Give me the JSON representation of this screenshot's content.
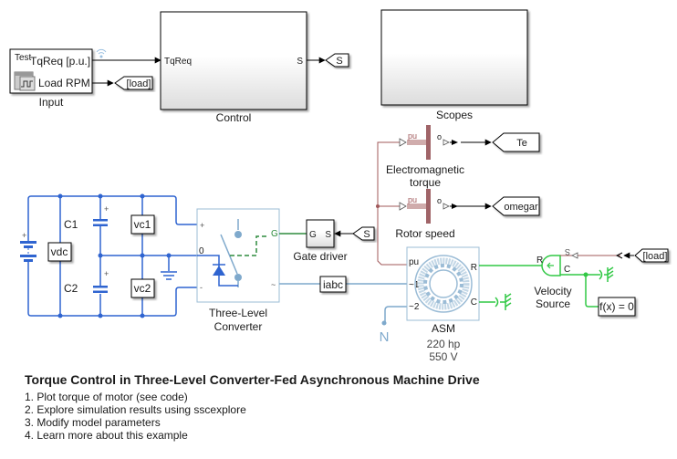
{
  "model": {
    "title": "Torque Control in Three-Level Converter-Fed Asynchronous Machine Drive",
    "steps": [
      "1. Plot torque of motor (see code)",
      "2. Explore simulation results using sscexplore",
      "3. Modify model parameters",
      "4. Learn more about this example"
    ]
  },
  "blocks": {
    "input": {
      "name": "Input",
      "corner_label": "Test",
      "port1": "TqReq [p.u.]",
      "port2": "Load RPM"
    },
    "control": {
      "name": "Control",
      "in_port": "TqReq",
      "out_port": "S"
    },
    "scopes": {
      "name": "Scopes"
    },
    "goto_load_top": {
      "tag": "[load]"
    },
    "goto_s": {
      "tag": "S"
    },
    "em_torque": {
      "name_line1": "Electromagnetic",
      "name_line2": "torque",
      "in_port": "pu",
      "out_port": "o"
    },
    "rotor_speed": {
      "name": "Rotor speed",
      "in_port": "pu",
      "out_port": "o"
    },
    "goto_te": {
      "tag": "Te"
    },
    "goto_omegar": {
      "tag": "omegar"
    },
    "dc_link": {
      "c1": "C1",
      "c2": "C2",
      "vdc": "vdc",
      "vc1": "vc1",
      "vc2": "vc2",
      "plus": "+"
    },
    "converter": {
      "name_line1": "Three-Level",
      "name_line2": "Converter",
      "port_plus": "+",
      "port_zero": "0",
      "port_minus": "-",
      "port_g": "G",
      "port_ac": "~"
    },
    "gate_driver": {
      "name": "Gate driver",
      "port_g": "G",
      "port_s": "S"
    },
    "from_s": {
      "tag": "S"
    },
    "iabc": {
      "label": "iabc"
    },
    "asm": {
      "name": "ASM",
      "power": "220 hp",
      "voltage": "550 V",
      "port_pu": "pu",
      "port_1": "~1",
      "port_2": "~2",
      "port_r": "R",
      "port_c": "C"
    },
    "neutral": {
      "label": "N"
    },
    "velocity_source": {
      "name_line1": "Velocity",
      "name_line2": "Source",
      "port_r": "R",
      "port_c": "C",
      "port_s": "S"
    },
    "from_load": {
      "tag": "[load]"
    },
    "solver": {
      "label": "f(x) = 0"
    }
  },
  "colors": {
    "electrical": "#2f64d0",
    "ac_line": "#7fa9cc",
    "physical_signal": "#a0585a",
    "mechanical": "#31c845",
    "gate": "#2e8b3e",
    "signal": "#000000"
  }
}
